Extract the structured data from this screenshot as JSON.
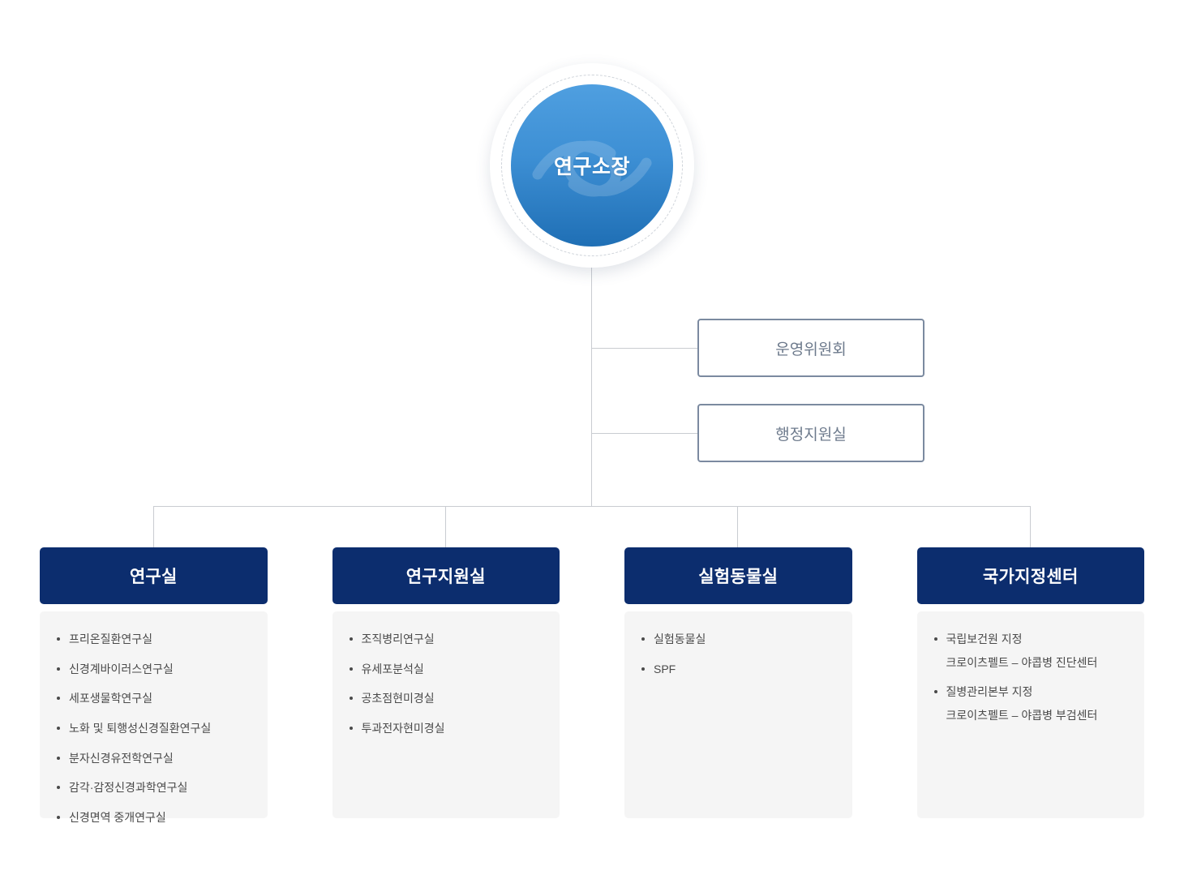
{
  "root": {
    "label": "연구소장",
    "icon": "institute-emblem-watermark"
  },
  "side_boxes": [
    {
      "label": "운영위원회"
    },
    {
      "label": "행정지원실"
    }
  ],
  "columns": [
    {
      "header": "연구실",
      "items": [
        {
          "text": "프리온질환연구실"
        },
        {
          "text": "신경계바이러스연구실"
        },
        {
          "text": "세포생물학연구실"
        },
        {
          "text": "노화 및 퇴행성신경질환연구실"
        },
        {
          "text": "분자신경유전학연구실"
        },
        {
          "text": "감각·감정신경과학연구실"
        },
        {
          "text": "신경면역 중개연구실"
        }
      ]
    },
    {
      "header": "연구지원실",
      "items": [
        {
          "text": "조직병리연구실"
        },
        {
          "text": "유세포분석실"
        },
        {
          "text": "공초점현미경실"
        },
        {
          "text": "투과전자현미경실"
        }
      ]
    },
    {
      "header": "실험동물실",
      "items": [
        {
          "text": "실험동물실"
        },
        {
          "text": "SPF"
        }
      ]
    },
    {
      "header": "국가지정센터",
      "items": [
        {
          "text": "국립보건원 지정",
          "sub": "크로이츠펠트 – 야콥병 진단센터"
        },
        {
          "text": "질병관리본부 지정",
          "sub": "크로이츠펠트 – 야콥병 부검센터"
        }
      ]
    }
  ],
  "colors": {
    "header_navy": "#0c2d6e",
    "panel_gray": "#f5f5f5",
    "circle_blue_light": "#4f9fe0",
    "circle_blue_dark": "#1f6fb5",
    "box_border": "#7b8aa0",
    "line_gray": "#c9ccd1",
    "body_text": "#4a4a4a"
  }
}
